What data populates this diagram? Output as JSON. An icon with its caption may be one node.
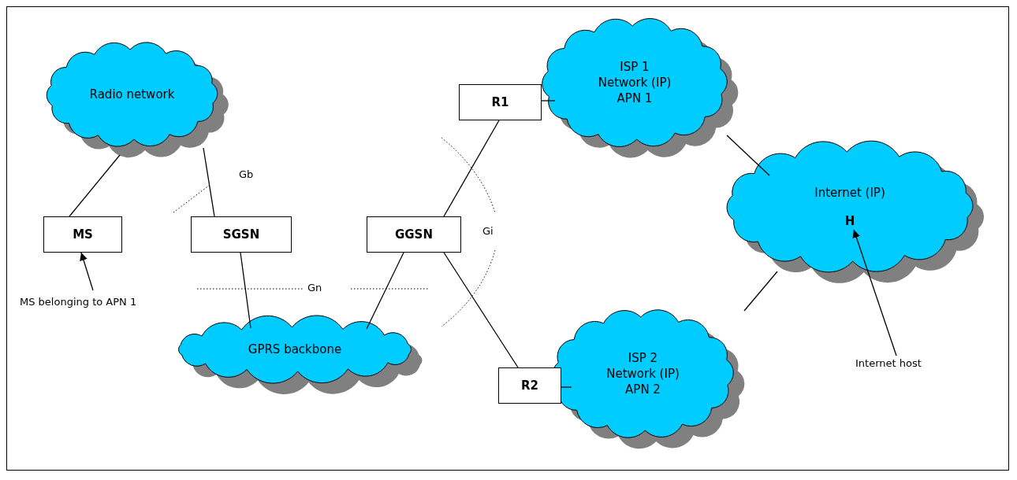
{
  "diagram": {
    "nodes": [
      {
        "text": [
          "Radio network"
        ]
      },
      {
        "text": [
          "MS"
        ]
      },
      {
        "text": [
          "SGSN"
        ]
      },
      {
        "text": [
          "GGSN"
        ]
      },
      {
        "text": [
          "GPRS backbone"
        ]
      },
      {
        "text": [
          "R1"
        ]
      },
      {
        "text": [
          "R2"
        ]
      },
      {
        "text": [
          "ISP 1",
          "Network (IP)",
          "APN 1"
        ]
      },
      {
        "text": [
          "Internet (IP)",
          "H"
        ]
      },
      {
        "text": [
          "ISP 2",
          "Network (IP)",
          "APN 2"
        ]
      },
      {
        "text": [
          "MS belonging to APN 1"
        ]
      },
      {
        "text": [
          "Internet host"
        ]
      }
    ],
    "edges": [
      {
        "from": 0,
        "to": 1,
        "arrow": "none"
      },
      {
        "from": 0,
        "to": 2,
        "arrow": "none"
      },
      {
        "from": 2,
        "to": 4,
        "arrow": "none"
      },
      {
        "from": 3,
        "to": 4,
        "arrow": "none"
      },
      {
        "from": 3,
        "to": 5,
        "arrow": "none"
      },
      {
        "from": 3,
        "to": 6,
        "arrow": "none"
      },
      {
        "from": 5,
        "to": 7,
        "arrow": "none"
      },
      {
        "from": 6,
        "to": 9,
        "arrow": "none"
      },
      {
        "from": 7,
        "to": 8,
        "arrow": "none"
      },
      {
        "from": 9,
        "to": 8,
        "arrow": "none"
      },
      {
        "from": 10,
        "to": 1,
        "arrow": "to"
      },
      {
        "from": 11,
        "to": 8,
        "arrow": "to"
      }
    ],
    "labels": [
      "Gb",
      "Gn",
      "Gi"
    ]
  }
}
